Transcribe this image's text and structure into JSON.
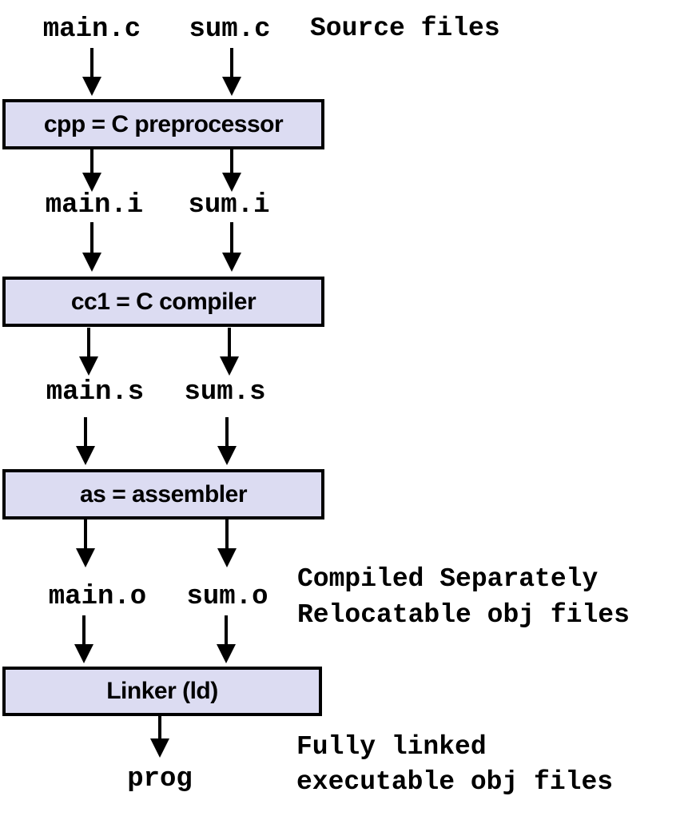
{
  "source": {
    "main": "main.c",
    "sum": "sum.c",
    "note": "Source files"
  },
  "preprocessor": {
    "label": "cpp = C preprocessor"
  },
  "preprocessed": {
    "main": "main.i",
    "sum": "sum.i"
  },
  "compiler": {
    "label": "cc1 = C compiler"
  },
  "assembly": {
    "main": "main.s",
    "sum": "sum.s"
  },
  "assembler": {
    "label": "as = assembler"
  },
  "objects": {
    "main": "main.o",
    "sum": "sum.o",
    "note_line1": "Compiled Separately",
    "note_line2": "Relocatable obj files"
  },
  "linker": {
    "label": "Linker (ld)"
  },
  "output": {
    "prog": "prog",
    "note_line1": "Fully linked",
    "note_line2": "executable obj files"
  }
}
